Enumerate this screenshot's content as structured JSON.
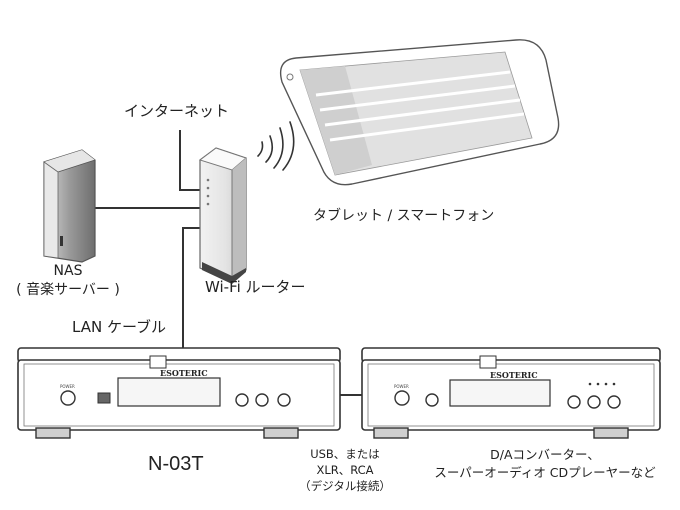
{
  "labels": {
    "internet": "インターネット",
    "tablet": "タブレット / スマートフォン",
    "nas_line1": "NAS",
    "nas_line2": "( 音楽サーバー )",
    "router": "Wi-Fi ルーター",
    "lan_cable": "LAN ケーブル",
    "player_model": "N-03T",
    "digital_conn_line1": "USB、または",
    "digital_conn_line2": "XLR、RCA",
    "digital_conn_line3": "（デジタル接続）",
    "dac_line1": "D/Aコンバーター、",
    "dac_line2": "スーパーオーディオ CDプレーヤーなど"
  },
  "devices": {
    "brand": "ESOTERIC",
    "power_label": "POWER"
  }
}
